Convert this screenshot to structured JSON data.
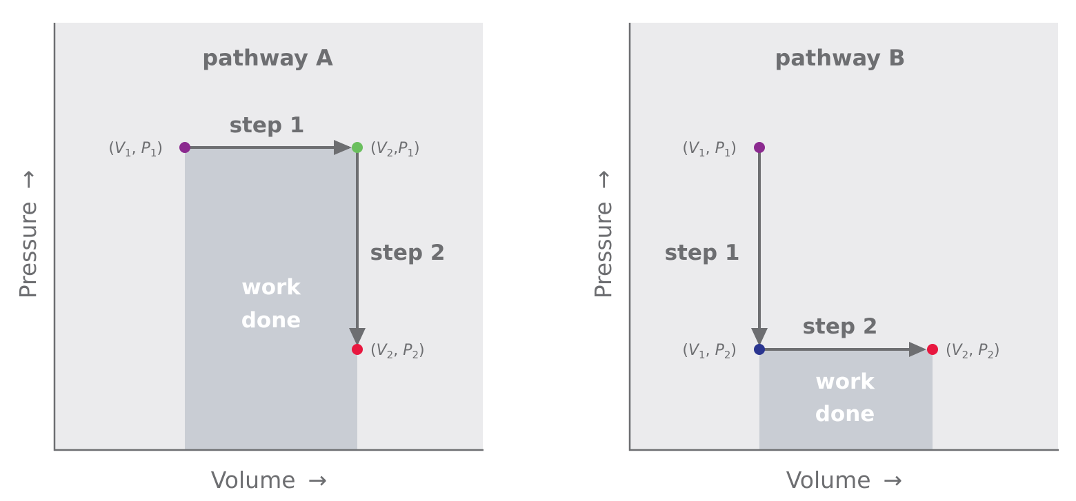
{
  "figure": {
    "panels": [
      {
        "id": "A",
        "title": "pathway A",
        "xlabel": "Volume",
        "ylabel": "Pressure",
        "arrow_glyph": "→",
        "work_label": [
          "work",
          "done"
        ],
        "steps": [
          {
            "label": "step 1",
            "from": "V1,P1",
            "to": "V2,P1",
            "direction": "horizontal"
          },
          {
            "label": "step 2",
            "from": "V2,P1",
            "to": "V2,P2",
            "direction": "vertical"
          }
        ],
        "points": [
          {
            "key": "V1,P1",
            "V": "V",
            "Vsub": "1",
            "P": "P",
            "Psub": "1",
            "sep": ", ",
            "color": "#8b2a8f"
          },
          {
            "key": "V2,P1",
            "V": "V",
            "Vsub": "2",
            "P": "P",
            "Psub": "1",
            "sep": ",",
            "color": "#6abf5e"
          },
          {
            "key": "V2,P2",
            "V": "V",
            "Vsub": "2",
            "P": "P",
            "Psub": "2",
            "sep": ", ",
            "color": "#e8173f"
          }
        ]
      },
      {
        "id": "B",
        "title": "pathway B",
        "xlabel": "Volume",
        "ylabel": "Pressure",
        "arrow_glyph": "→",
        "work_label": [
          "work",
          "done"
        ],
        "steps": [
          {
            "label": "step 1",
            "from": "V1,P1",
            "to": "V1,P2",
            "direction": "vertical"
          },
          {
            "label": "step 2",
            "from": "V1,P2",
            "to": "V2,P2",
            "direction": "horizontal"
          }
        ],
        "points": [
          {
            "key": "V1,P1",
            "V": "V",
            "Vsub": "1",
            "P": "P",
            "Psub": "1",
            "sep": ", ",
            "color": "#8b2a8f"
          },
          {
            "key": "V1,P2",
            "V": "V",
            "Vsub": "1",
            "P": "P",
            "Psub": "2",
            "sep": ", ",
            "color": "#2a3590"
          },
          {
            "key": "V2,P2",
            "V": "V",
            "Vsub": "2",
            "P": "P",
            "Psub": "2",
            "sep": ", ",
            "color": "#e8173f"
          }
        ]
      }
    ],
    "colors": {
      "panel_bg": "#ebebed",
      "work_area": "#c9cdd4",
      "arrow": "#6d6e71",
      "axis_line": "#6d6e71",
      "text": "#6d6e71"
    }
  }
}
